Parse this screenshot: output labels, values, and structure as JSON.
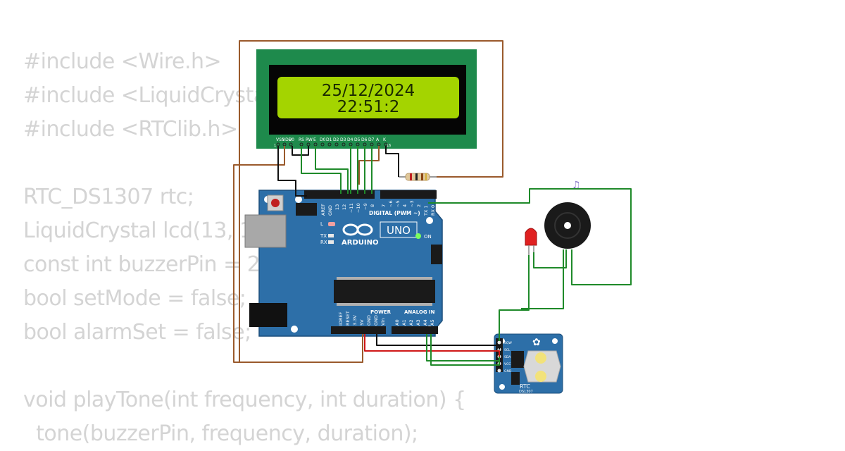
{
  "code_lines": [
    "#include <Wire.h>",
    "#include <LiquidCrystal_I2C.h>",
    "#include <RTClib.h>",
    "",
    "RTC_DS1307 rtc;",
    "LiquidCrystal lcd(13, 12, 11, 10, 9, 8);",
    "const int buzzerPin = 2;",
    "bool setMode = false;",
    "bool alarmSet = false;",
    "",
    "void playTone(int frequency, int duration) {",
    "  tone(buzzerPin, frequency, duration);"
  ],
  "lcd": {
    "line1": "25/12/2024",
    "line2": "22:51:2",
    "pin_labels": [
      "VSS",
      "VDD",
      "V0",
      "RS",
      "RW",
      "E",
      "D0",
      "D1",
      "D2",
      "D3",
      "D4",
      "D5",
      "D6",
      "D7",
      "A",
      "K"
    ],
    "pin_first": "1",
    "pin_last": "16"
  },
  "arduino": {
    "brand": "ARDUINO",
    "model": "UNO",
    "digital_label": "DIGITAL (PWM ~)",
    "power_label": "POWER",
    "analog_label": "ANALOG IN",
    "led_l": "L",
    "led_tx": "TX",
    "led_rx": "RX",
    "led_on": "ON",
    "top_pins": [
      "AREF",
      "GND",
      "13",
      "12",
      "~11",
      "~10",
      "~9",
      "8",
      "7",
      "~6",
      "~5",
      "4",
      "~3",
      "2",
      "TX 1",
      "RX 0"
    ],
    "bottom_pins": [
      "IOREF",
      "RESET",
      "3.3V",
      "5V",
      "GND",
      "GND",
      "Vin",
      "A0",
      "A1",
      "A2",
      "A3",
      "A4",
      "A5"
    ]
  },
  "rtc": {
    "label": "RTC",
    "chip": "DS1307",
    "pins": [
      "SQW",
      "SCL",
      "SDA",
      "VCC",
      "GND"
    ]
  },
  "colors": {
    "board": "#2d6fa8",
    "lcd_pcb": "#1e8a4c",
    "lcd_screen": "#a4d400",
    "wire_green": "#1f8a2a",
    "wire_brown": "#9a5a2c",
    "wire_red": "#d01818",
    "wire_black": "#111111"
  }
}
